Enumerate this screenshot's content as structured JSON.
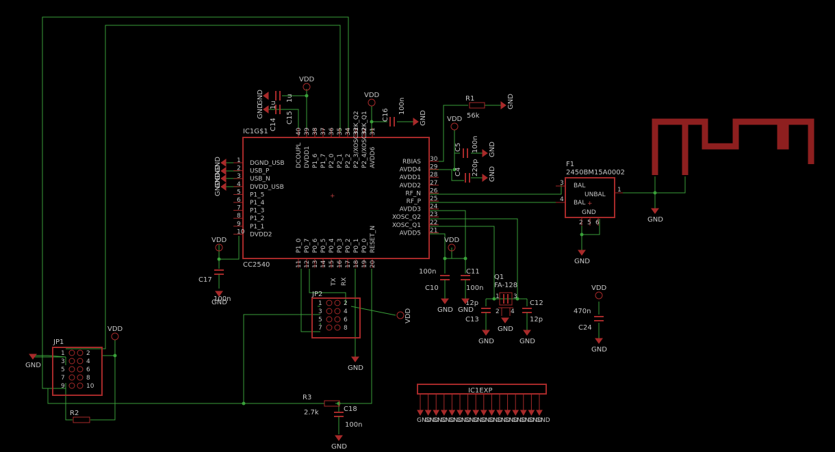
{
  "supply": "VDD",
  "ground": "GND",
  "ic1": {
    "name": "IC1G$1",
    "value": "CC2540",
    "left_pins": [
      "DGND_USB",
      "USB_P",
      "USB_N",
      "DVDD_USB",
      "P1_5",
      "P1_4",
      "P1_3",
      "P1_2",
      "P1_1",
      "DVDD2"
    ],
    "left_nums": [
      "1",
      "2",
      "3",
      "4",
      "5",
      "6",
      "7",
      "8",
      "9",
      "10"
    ],
    "right_pins": [
      "RBIAS",
      "AVDD4",
      "AVDD1",
      "AVDD2",
      "RF_N",
      "RF_P",
      "AVDD3",
      "XOSC_Q2",
      "XOSC_Q1",
      "AVDD5"
    ],
    "right_nums": [
      "30",
      "29",
      "28",
      "27",
      "26",
      "25",
      "24",
      "23",
      "22",
      "21"
    ],
    "top_pins": [
      "DCOUPL",
      "DVDD1",
      "P1_6",
      "P1_7",
      "P2_0",
      "P2_1",
      "P2_2",
      "P2_3/XOSC32K_Q2",
      "P2_4/XOSC32K_Q1",
      "AVDD6"
    ],
    "top_nums": [
      "40",
      "39",
      "38",
      "37",
      "36",
      "35",
      "34",
      "33",
      "32",
      "31"
    ],
    "bottom_pins": [
      "P1_0",
      "P0_7",
      "P0_6",
      "P0_5",
      "P0_4",
      "P0_3",
      "P0_2",
      "P0_1",
      "P0_0",
      "RESET_N"
    ],
    "bottom_nums": [
      "11",
      "12",
      "13",
      "14",
      "15",
      "16",
      "17",
      "18",
      "19",
      "20"
    ]
  },
  "filter": {
    "name": "F1",
    "value": "2450BM15A0002",
    "pins": [
      "BAL",
      "BAL",
      "UNBAL",
      "GND"
    ],
    "nums": [
      "3",
      "4",
      "1",
      "2",
      "5",
      "6"
    ]
  },
  "crystal": {
    "name": "Q1",
    "value": "FA-128",
    "nums": [
      "1",
      "3",
      "2",
      "4"
    ]
  },
  "jp1": {
    "name": "JP1",
    "nums": [
      "1",
      "2",
      "3",
      "4",
      "5",
      "6",
      "7",
      "8",
      "9",
      "10"
    ]
  },
  "jp2": {
    "name": "JP2",
    "nums": [
      "1",
      "2",
      "3",
      "4",
      "5",
      "6",
      "7",
      "8"
    ]
  },
  "ic1exp": {
    "name": "IC1EXP",
    "pins": [
      "GND",
      "GND",
      "GND",
      "GND",
      "GND",
      "GND",
      "GND",
      "GND",
      "GND",
      "GND",
      "GND",
      "GND",
      "GND",
      "GND",
      "GND",
      "GND"
    ]
  },
  "caps": [
    {
      "name": "C14",
      "value": "1u"
    },
    {
      "name": "C15",
      "value": "1u"
    },
    {
      "name": "C16",
      "value": "100n"
    },
    {
      "name": "C5",
      "value": "100n"
    },
    {
      "name": "C4",
      "value": "220p"
    },
    {
      "name": "C17",
      "value": "100n"
    },
    {
      "name": "C10",
      "value": "100n"
    },
    {
      "name": "C11",
      "value": "100n"
    },
    {
      "name": "C13",
      "value": "12p"
    },
    {
      "name": "C12",
      "value": "12p"
    },
    {
      "name": "C24",
      "value": "470n"
    },
    {
      "name": "C18",
      "value": "100n"
    }
  ],
  "resistors": [
    {
      "name": "R1",
      "value": "56k"
    },
    {
      "name": "R2",
      "value": ""
    },
    {
      "name": "R3",
      "value": "2.7k"
    }
  ],
  "net_labels": [
    "TX",
    "RX"
  ],
  "colors": {
    "background": "#000000",
    "wire": "#3aa13a",
    "part": "#a82a2a",
    "antenna": "#8e1f1f",
    "text": "#c8c8c8"
  }
}
